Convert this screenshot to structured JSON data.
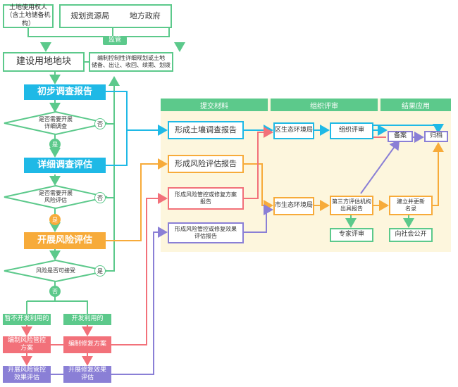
{
  "top": {
    "land_user": "土地使用权人\n（含土地储备机构）",
    "planning_bureau": "规划资源局",
    "local_gov": "地方政府",
    "supervise": "监管",
    "construction_plot": "建设用地地块",
    "planning_note": "编制控制性详细规划或土地\n储备、出让、收回、续期、划拨"
  },
  "left_flow": {
    "initial_survey": "初步调查报告",
    "q_detail": "是否需要开展\n详细调查",
    "detailed_survey": "详细调查评估",
    "q_risk": "是否需要开展\n风险评估",
    "risk_assess": "开展风险评估",
    "q_accept": "风险是否可接受",
    "no_label": "否",
    "yes_label": "是",
    "not_develop": "暂不开发利用的",
    "develop": "开发利用的",
    "risk_control_plan": "编制风险管控\n方案",
    "remediation_plan": "编制修复方案",
    "control_effect": "开展风险管控\n效果评估",
    "remediation_effect": "开展修复效果\n评估"
  },
  "panel": {
    "headers": [
      "提交材料",
      "组织评审",
      "结果应用"
    ],
    "soil_report": "形成土壤调查报告",
    "risk_report": "形成风险评估报告",
    "control_plan_report": "形成风险管控或修复方案\n报告",
    "effect_report": "形成风险管控或修复效果\n评估报告",
    "district_bureau": "区生态环境局",
    "organize_review": "组织评审",
    "city_bureau": "市生态环境局",
    "third_party": "第三方评估机构\n出具报告",
    "expert_review": "专家评审",
    "filing": "备案",
    "archive": "归档",
    "establish_list": "建立并更新\n名录",
    "publish": "向社会公开"
  },
  "colors": {
    "green": "#5cc98b",
    "blue": "#1fb9e6",
    "orange": "#f7ab3a",
    "red": "#f2717a",
    "purple": "#8a7fd6",
    "panel_bg": "#fdf6dd"
  }
}
